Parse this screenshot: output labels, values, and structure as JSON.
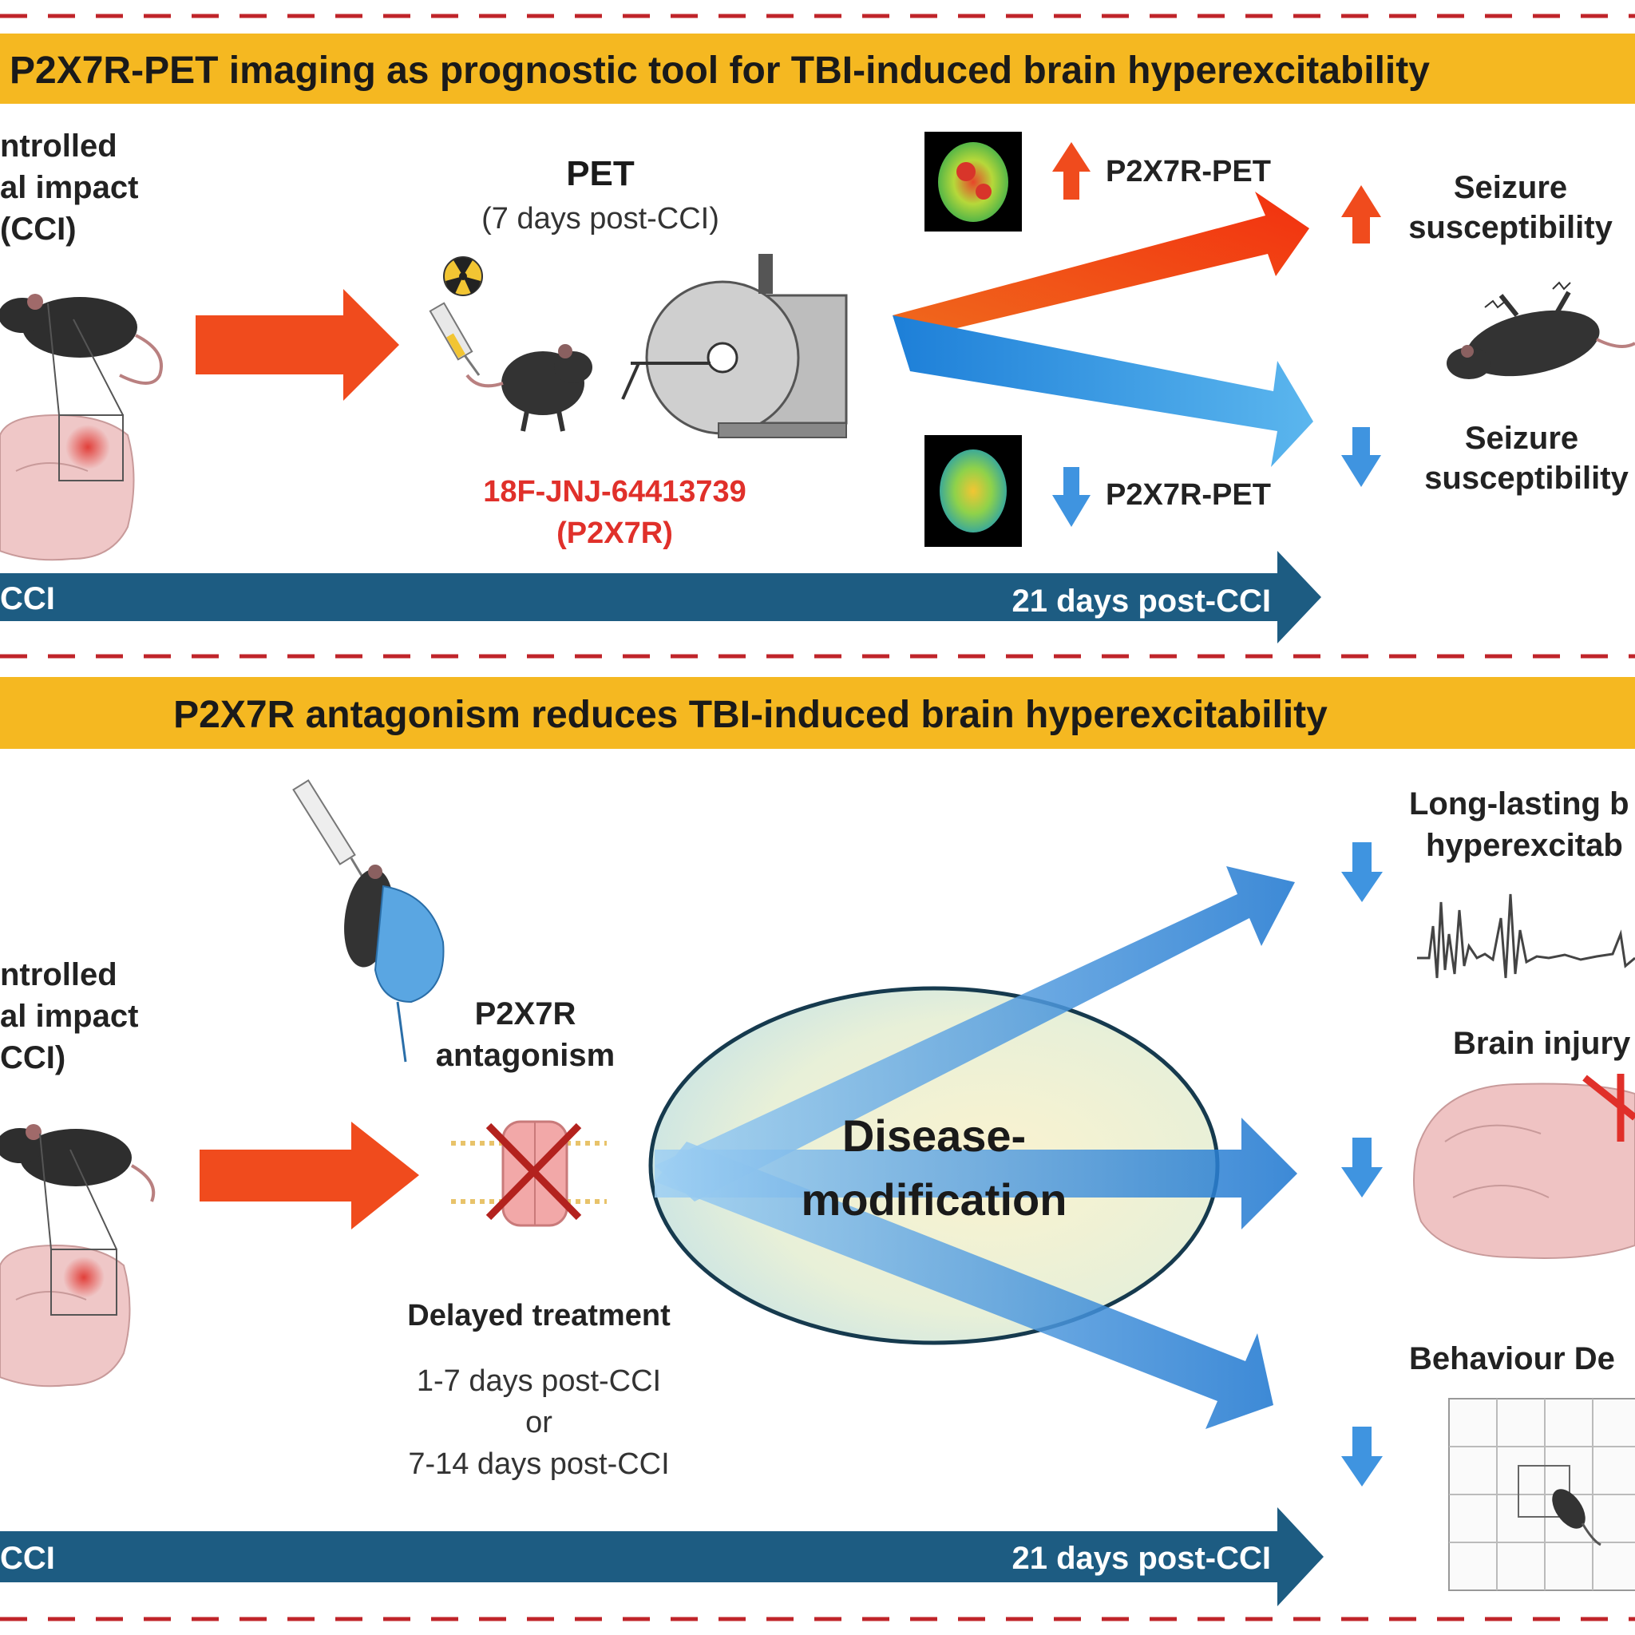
{
  "colors": {
    "banner": "#f5b821",
    "dash": "#c0242a",
    "timeline": "#1d5c82",
    "up_arrow": "#f04b1d",
    "down_arrow": "#3f94e0"
  },
  "top_panel": {
    "banner": "P2X7R-PET imaging as prognostic tool for TBI-induced brain hyperexcitability",
    "cci_label": [
      "ntrolled",
      "al impact",
      "(CCI)"
    ],
    "pet_title": "PET",
    "pet_subtitle": "(7 days post-CCI)",
    "tracer": [
      "18F-JNJ-64413739",
      "(P2X7R)"
    ],
    "high_label": "P2X7R-PET",
    "low_label": "P2X7R-PET",
    "outcome_up": [
      "Seizure",
      "susceptibility"
    ],
    "outcome_down": [
      "Seizure",
      "susceptibility"
    ],
    "timeline_start": "CCI",
    "timeline_end": "21 days post-CCI"
  },
  "bottom_panel": {
    "banner": "P2X7R antagonism reduces TBI-induced brain hyperexcitability",
    "cci_label": [
      "ntrolled",
      "al impact",
      "CCI)"
    ],
    "treatment_label": [
      "P2X7R",
      "antagonism"
    ],
    "delayed_title": "Delayed treatment",
    "delayed_lines": [
      "1-7 days post-CCI",
      "or",
      "7-14 days post-CCI"
    ],
    "ellipse_label": [
      "Disease-",
      "modification"
    ],
    "outcome_1": [
      "Long-lasting b",
      "hyperexcitab"
    ],
    "outcome_2": "Brain injury",
    "outcome_3": "Behaviour De",
    "timeline_start": "CCI",
    "timeline_end": "21 days post-CCI"
  }
}
